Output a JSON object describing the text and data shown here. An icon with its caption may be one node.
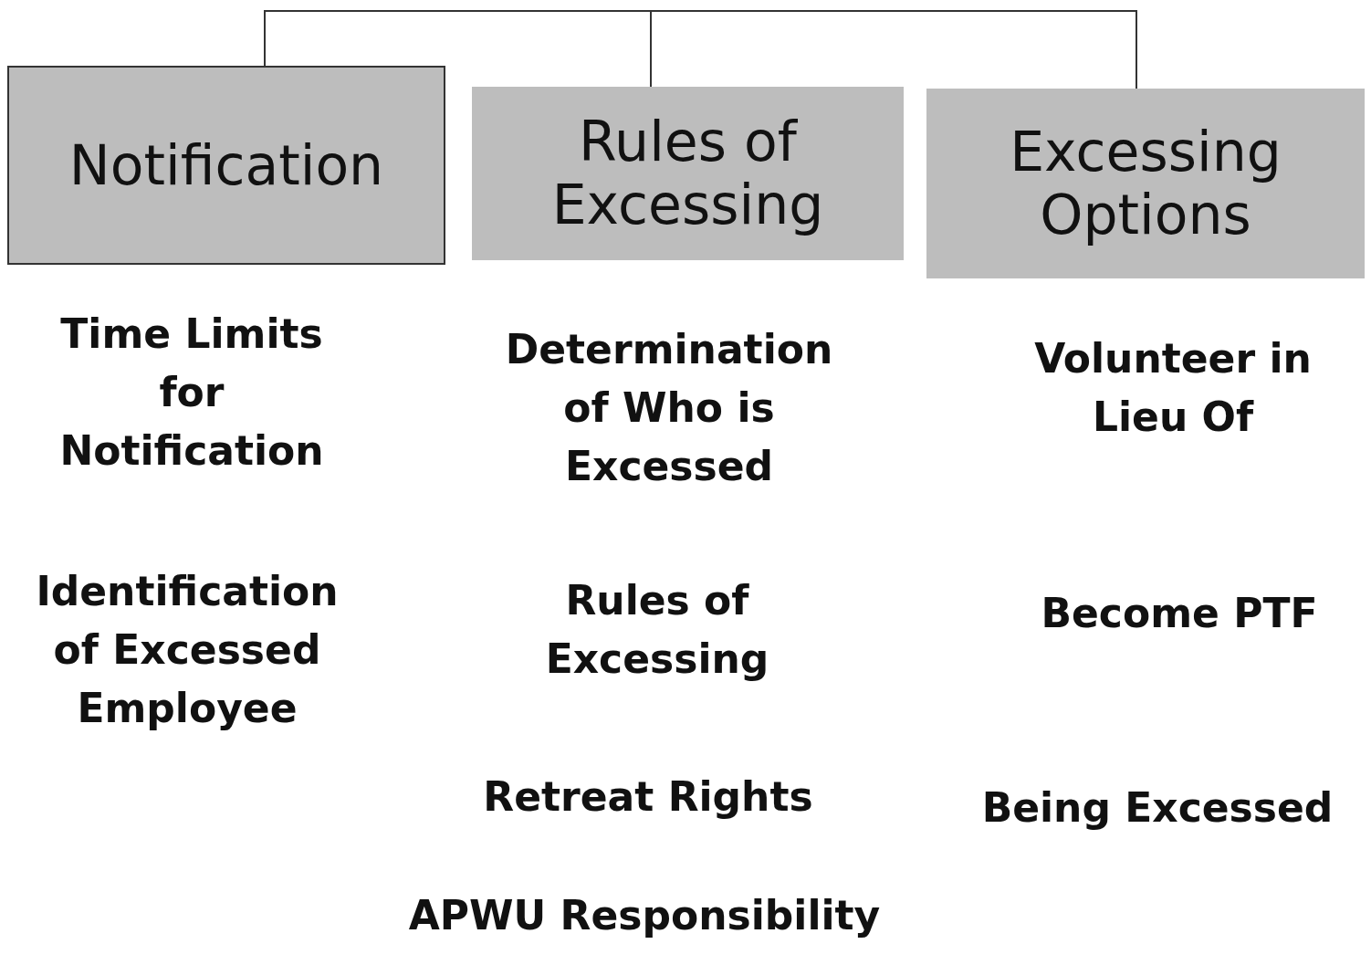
{
  "diagram": {
    "nodes": [
      {
        "text": [
          "Notification"
        ]
      },
      {
        "text": [
          "Rules of Excessing"
        ]
      },
      {
        "text": [
          "Excessing Options"
        ]
      }
    ],
    "edges": [
      {
        "from": 0,
        "to": 1,
        "arrow": "none"
      },
      {
        "from": 1,
        "to": 2,
        "arrow": "none"
      }
    ],
    "labels": [
      "Time Limits for Notification",
      "Determination of Who is Excessed",
      "Volunteer in Lieu Of",
      "Identification of Excessed Employee",
      "Rules of Excessing",
      "Become PTF",
      "Retreat Rights",
      "Being Excessed",
      "APWU Responsibility"
    ]
  }
}
